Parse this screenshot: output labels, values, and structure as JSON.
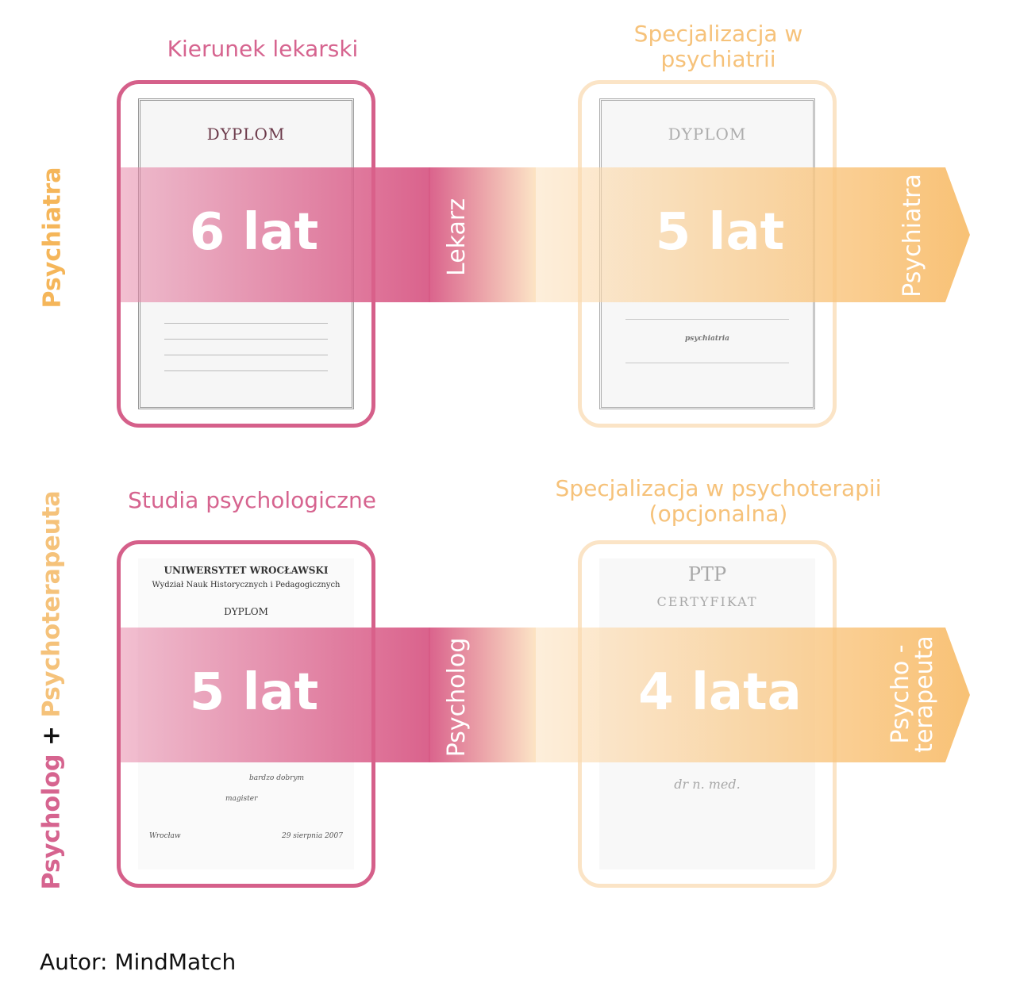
{
  "paths": [
    {
      "side_label": "Psychiatra",
      "step1": {
        "title": "Kierunek lekarski",
        "years": "6 lat",
        "result": "Lekarz",
        "doc_heading": "DYPLOM"
      },
      "step2": {
        "title": "Specjalizacja w psychiatrii",
        "years": "5 lat",
        "result": "Psychiatra",
        "doc_heading": "DYPLOM",
        "doc_field": "psychiatria"
      }
    },
    {
      "side_label_a": "Psycholog",
      "side_plus": "+",
      "side_label_b": "Psychoterapeuta",
      "step1": {
        "title": "Studia psychologiczne",
        "years": "5 lat",
        "result": "Psycholog",
        "doc_university": "UNIWERSYTET WROCŁAWSKI",
        "doc_faculty": "Wydział Nauk Historycznych i Pedagogicznych",
        "doc_heading": "DYPLOM",
        "doc_grade": "bardzo dobrym",
        "doc_title": "magister",
        "doc_date": "29 sierpnia 2007",
        "doc_city": "Wrocław"
      },
      "step2": {
        "title": "Specjalizacja w psychoterapii (opcjonalna)",
        "years": "4 lata",
        "result_line1": "Psycho -",
        "result_line2": "terapeuta",
        "doc_heading": "CERTYFIKAT",
        "doc_logo": "PTP",
        "doc_degree": "dr n. med."
      }
    }
  ],
  "author": "Autor: MindMatch",
  "colors": {
    "pink": "#d5608a",
    "peach": "#f6c27a"
  }
}
